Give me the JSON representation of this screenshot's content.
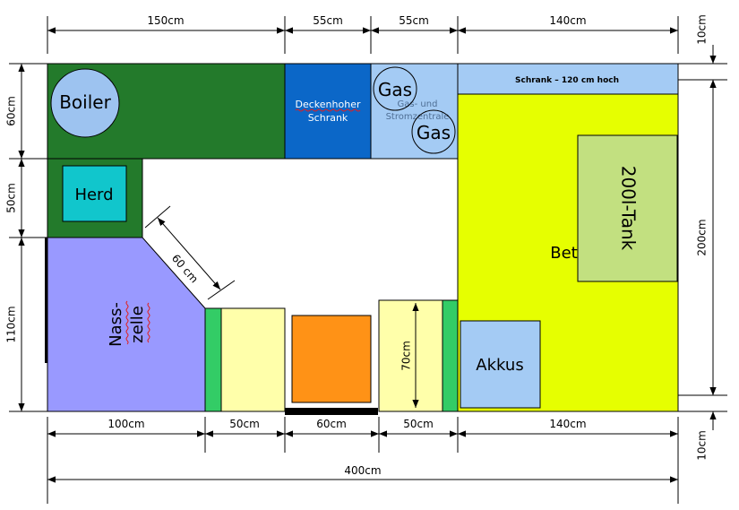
{
  "dimensions": {
    "top": {
      "boiler_row": "150cm",
      "cabinet": "55cm",
      "gas_zone": "55cm",
      "bed_zone": "140cm",
      "shelf_depth": "10cm"
    },
    "left": {
      "row1": "60cm",
      "row2": "50cm",
      "row3": "110cm"
    },
    "right": {
      "bed_length": "200cm",
      "bottom_gap": "10cm"
    },
    "bottom": {
      "wet_room": "100cm",
      "seat_left": "50cm",
      "opening": "60cm",
      "seat_right": "50cm",
      "bed": "140cm",
      "total": "400cm"
    },
    "diagonal": "60 cm",
    "seat_height": "70cm"
  },
  "rooms": {
    "boiler": "Boiler",
    "cabinet_line1": "Deckenhoher",
    "cabinet_line2": "Schrank",
    "gas_top": "Gas",
    "gas_bottom": "Gas",
    "central_line1": "Gas- und",
    "central_line2": "Stromzentrale",
    "shelf": "Schrank – 120 cm hoch",
    "bed": "Bett",
    "tank": "200l-Tank",
    "stove": "Herd",
    "wet_line1": "Nass-",
    "wet_line2": "zelle",
    "batteries": "Akkus"
  }
}
